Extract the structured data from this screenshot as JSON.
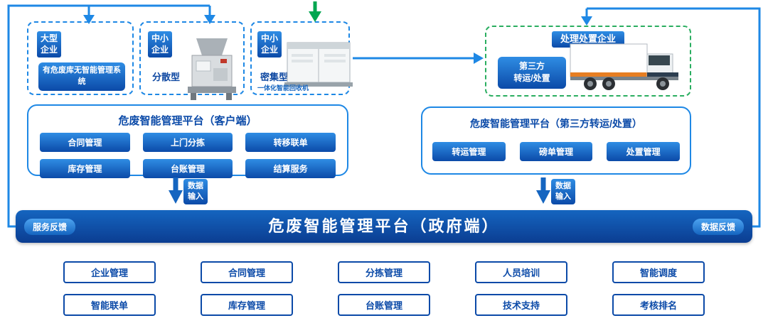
{
  "colors": {
    "accent_blue": "#1e88e5",
    "deep_blue": "#0b4aa8",
    "green": "#00a650"
  },
  "top_groups": {
    "large": {
      "tag": "大型企业",
      "content": "有危废库无智能管理系统"
    },
    "sme_scattered": {
      "tag": "中小企业",
      "type": "分散型"
    },
    "sme_dense": {
      "tag": "中小企业",
      "type": "密集型",
      "caption": "一体化智能回收机"
    }
  },
  "processor": {
    "tag": "处理处置企业",
    "content": "第三方\n转运/处置"
  },
  "client_platform": {
    "title": "危废智能管理平台（客户端）",
    "buttons": [
      "合同管理",
      "上门分拣",
      "转移联单",
      "库存管理",
      "台账管理",
      "结算服务"
    ]
  },
  "third_party_platform": {
    "title": "危废智能管理平台（第三方转运/处置）",
    "buttons": [
      "转运管理",
      "磅单管理",
      "处置管理"
    ]
  },
  "data_input": {
    "label": "数据\n输入"
  },
  "gov_platform": {
    "title": "危废智能管理平台（政府端）",
    "left_badge": "服务反馈",
    "right_badge": "数据反馈"
  },
  "gov_modules": {
    "row1": [
      "企业管理",
      "合同管理",
      "分拣管理",
      "人员培训",
      "智能调度"
    ],
    "row2": [
      "智能联单",
      "库存管理",
      "台账管理",
      "技术支持",
      "考核排名"
    ]
  }
}
